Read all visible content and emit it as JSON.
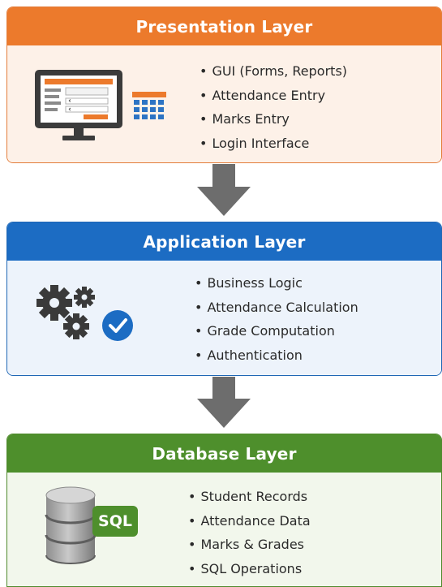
{
  "layers": [
    {
      "title": "Presentation Layer",
      "items": [
        "GUI (Forms, Reports)",
        "Attendance Entry",
        "Marks Entry",
        "Login Interface"
      ]
    },
    {
      "title": "Application Layer",
      "items": [
        "Business Logic",
        "Attendance Calculation",
        "Grade Computation",
        "Authentication"
      ]
    },
    {
      "title": "Database Layer",
      "items": [
        "Student Records",
        "Attendance Data",
        "Marks & Grades",
        "SQL Operations"
      ]
    }
  ],
  "icons": {
    "presentation": [
      "monitor-icon",
      "calendar-icon"
    ],
    "application": [
      "gears-icon",
      "checkmark-icon"
    ],
    "database": [
      "database-icon"
    ],
    "database_label": "SQL"
  },
  "colors": {
    "presentation": "#ec7a2c",
    "application": "#1c6cc3",
    "database": "#4e8f2c",
    "arrow": "#6d6d6d"
  }
}
